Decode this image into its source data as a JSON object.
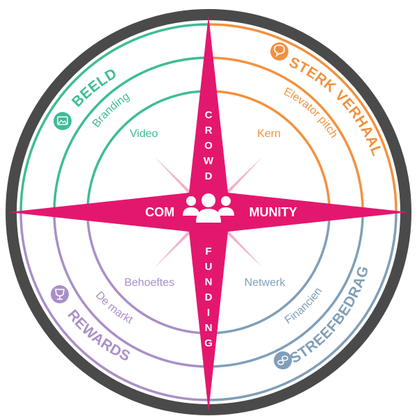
{
  "colors": {
    "outer_ring": "#4a4a4a",
    "green": "#3ebc96",
    "orange": "#f3913f",
    "purple": "#a98fc8",
    "blue": "#7f9fb9",
    "star": "#e4176e",
    "star_back": "#f2b3c9"
  },
  "quadrants": {
    "top_left": {
      "title": "BEELD",
      "outer": "Branding",
      "inner": "Video",
      "icon": "photo-icon"
    },
    "top_right": {
      "title": "STERK VERHAAL",
      "outer": "Elevator pitch",
      "inner": "Kern",
      "icon": "chat-icon"
    },
    "bottom_left": {
      "title": "REWARDS",
      "outer": "De markt",
      "inner": "Behoeftes",
      "icon": "trophy-icon"
    },
    "bottom_right": {
      "title": "STREEFBEDRAG",
      "outer": "Financien",
      "inner": "Netwerk",
      "icon": "coins-icon"
    }
  },
  "star": {
    "crowd": [
      "C",
      "R",
      "O",
      "W",
      "D"
    ],
    "funding": [
      "F",
      "U",
      "N",
      "D",
      "I",
      "N",
      "G"
    ],
    "com": "COM",
    "munity": "MUNITY",
    "center_icon": "group-icon"
  }
}
